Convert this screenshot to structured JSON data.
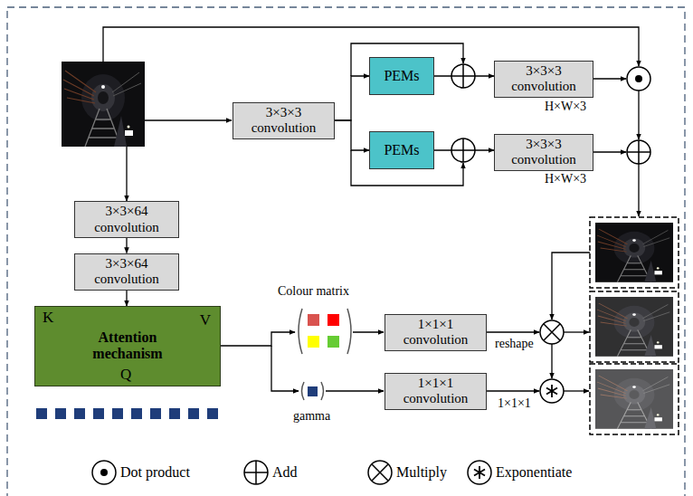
{
  "diagram": {
    "nodes": [
      {
        "text": [
          "3×3×3 convolution"
        ]
      },
      {
        "text": [
          "PEMs"
        ]
      },
      {
        "text": [
          "3×3×3 convolution"
        ]
      },
      {
        "text": [
          "PEMs"
        ]
      },
      {
        "text": [
          "3×3×3 convolution"
        ]
      },
      {
        "text": [
          "3×3×64 convolution"
        ]
      },
      {
        "text": [
          "3×3×64 convolution"
        ]
      },
      {
        "text": [
          "K",
          "V",
          "Attention mechanism",
          "Q"
        ]
      },
      {
        "text": [
          "1×1×1 convolution"
        ]
      },
      {
        "text": [
          "1×1×1 convolution"
        ]
      }
    ],
    "edges": [
      {
        "from": 0,
        "to": 1,
        "arrow": "to"
      },
      {
        "from": 0,
        "to": 3,
        "arrow": "to"
      },
      {
        "from": 1,
        "to": 2,
        "arrow": "to"
      },
      {
        "from": 3,
        "to": 4,
        "arrow": "to"
      },
      {
        "from": 5,
        "to": 6,
        "arrow": "to"
      },
      {
        "from": 6,
        "to": 7,
        "arrow": "to"
      }
    ],
    "labels": [
      "H×W×3",
      "H×W×3",
      "Colour matrix",
      "reshape",
      "gamma",
      "1×1×1"
    ],
    "legend": [
      {
        "text": "Dot product"
      },
      {
        "text": "Add"
      },
      {
        "text": "Multiply"
      },
      {
        "text": "Exponentiate"
      }
    ]
  }
}
